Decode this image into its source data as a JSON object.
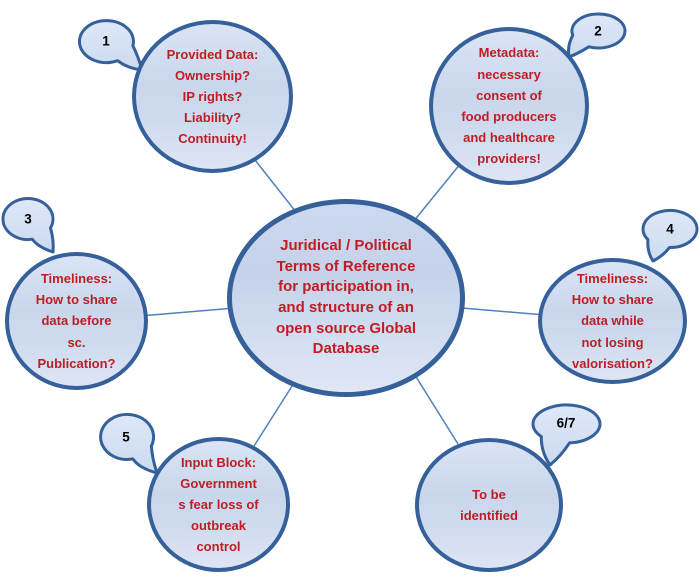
{
  "diagram": {
    "center": {
      "text": "Juridical / Political\nTerms of Reference\nfor participation in,\nand structure of an\nopen source Global\nDatabase"
    },
    "nodes": [
      {
        "id": "provided-data",
        "callout": "1",
        "text": "Provided Data:\nOwnership?\nIP rights?\nLiability?\nContinuity!"
      },
      {
        "id": "metadata",
        "callout": "2",
        "text": "Metadata:\nnecessary\nconsent of\nfood producers\nand healthcare\nproviders!"
      },
      {
        "id": "timeliness-publication",
        "callout": "3",
        "text": "Timeliness:\nHow to share\ndata before\nsc.\nPublication?"
      },
      {
        "id": "timeliness-valorisation",
        "callout": "4",
        "text": "Timeliness:\nHow to share\ndata while\nnot losing\nvalorisation?"
      },
      {
        "id": "input-block",
        "callout": "5",
        "text": "Input Block:\nGovernment\ns fear loss of\noutbreak\ncontrol"
      },
      {
        "id": "to-be-identified",
        "callout": "6/7",
        "text": "To be\nidentified"
      }
    ],
    "colors": {
      "node_border": "#35609a",
      "node_fill_light": "#dae4f5",
      "node_fill_mid": "#c9d6ec",
      "text_red": "#bf1d23",
      "connector_blue": "#4f81bd",
      "callout_number": "#000000"
    }
  }
}
